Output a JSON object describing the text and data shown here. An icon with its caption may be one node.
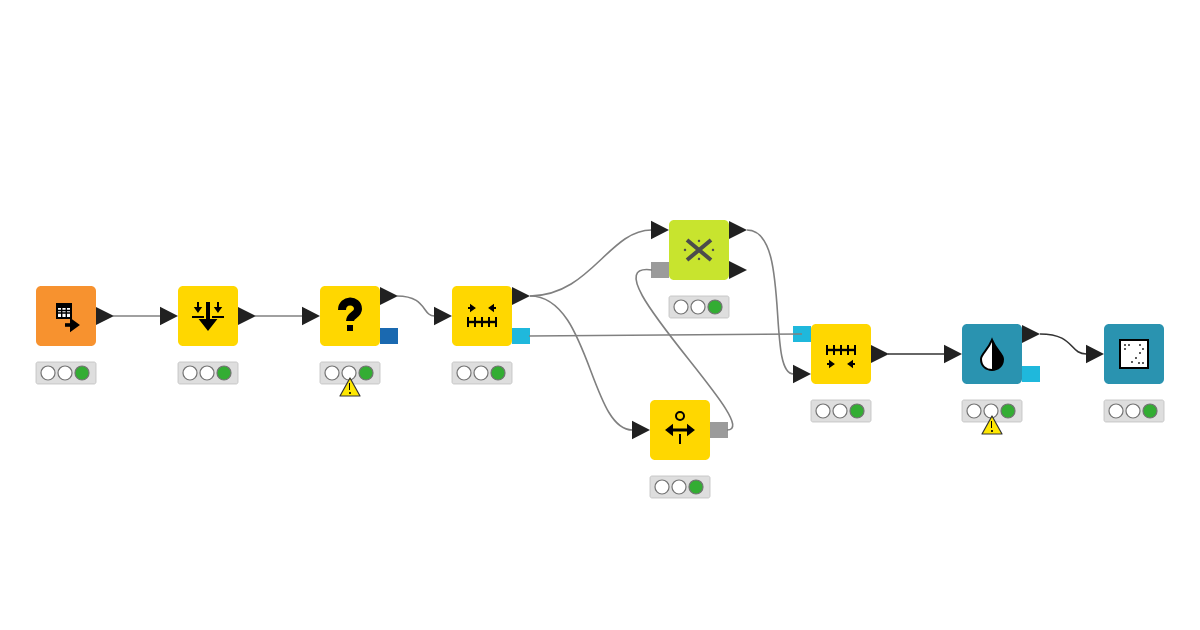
{
  "diagram": {
    "nodes": [
      {
        "text": [],
        "shape": "box"
      },
      {
        "text": [],
        "shape": "box"
      },
      {
        "text": [],
        "shape": "box"
      },
      {
        "text": [],
        "shape": "box"
      },
      {
        "text": [],
        "shape": "box"
      },
      {
        "text": [],
        "shape": "box"
      },
      {
        "text": [],
        "shape": "box"
      },
      {
        "text": [],
        "shape": "box"
      },
      {
        "text": [],
        "shape": "box"
      }
    ],
    "edges": [
      {
        "from": 0,
        "to": 1,
        "arrow": "to"
      },
      {
        "from": 1,
        "to": 2,
        "arrow": "to"
      },
      {
        "from": 2,
        "to": 3,
        "arrow": "to"
      },
      {
        "from": 3,
        "to": 4,
        "arrow": "to"
      },
      {
        "from": 3,
        "to": 5,
        "arrow": "to"
      },
      {
        "from": 3,
        "to": 6,
        "arrow": "none"
      },
      {
        "from": 5,
        "to": 4,
        "arrow": "none"
      },
      {
        "from": 4,
        "to": 6,
        "arrow": "to"
      },
      {
        "from": 6,
        "to": 7,
        "arrow": "to",
        "color": "#333333"
      },
      {
        "from": 7,
        "to": 8,
        "arrow": "to",
        "color": "#333333"
      }
    ]
  }
}
